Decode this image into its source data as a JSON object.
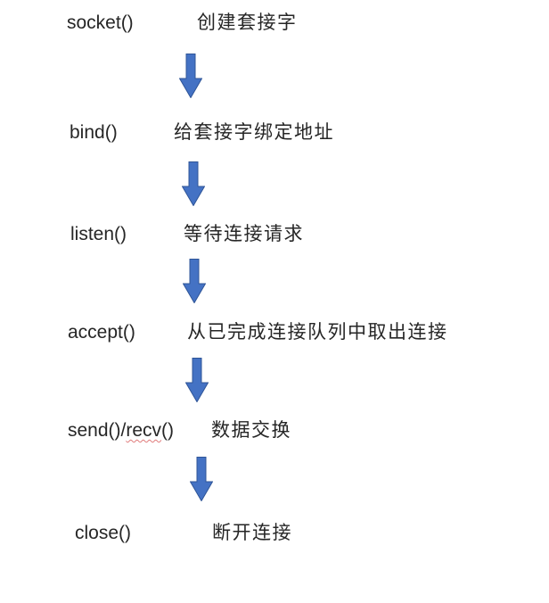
{
  "colors": {
    "background": "#ffffff",
    "text": "#262626",
    "arrow_fill": "#4472C4",
    "arrow_stroke": "#2F5597",
    "spellcheck_underline": "#e07a7a"
  },
  "steps": [
    {
      "fn": "socket()",
      "desc": "创建套接字"
    },
    {
      "fn": "bind()",
      "desc": "给套接字绑定地址"
    },
    {
      "fn": "listen()",
      "desc": "等待连接请求"
    },
    {
      "fn": "accept()",
      "desc": "从已完成连接队列中取出连接"
    },
    {
      "fn_prefix": "send()/",
      "fn_flagged": "recv",
      "fn_suffix": "()",
      "desc": "数据交换"
    },
    {
      "fn": "close()",
      "desc": "断开连接"
    }
  ]
}
